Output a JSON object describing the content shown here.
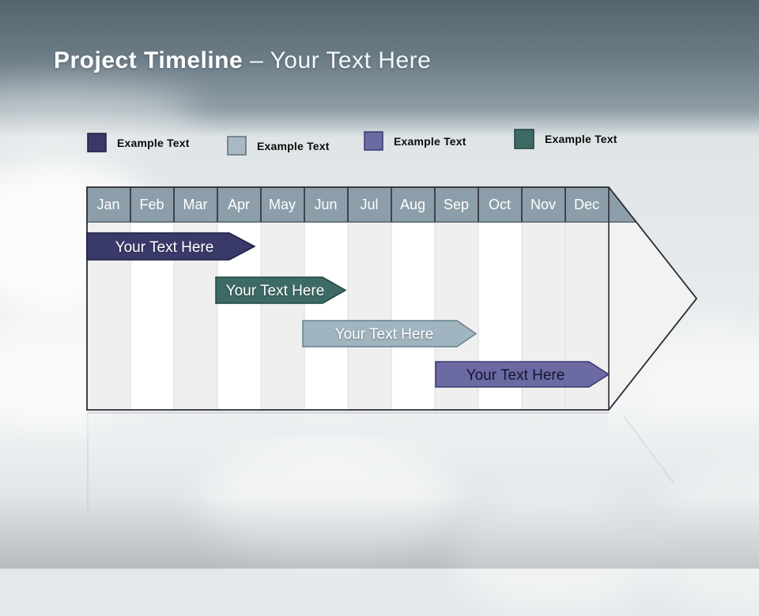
{
  "slide": {
    "title_bold": "Project Timeline",
    "title_rest": "– Your Text Here"
  },
  "legend": {
    "items": [
      {
        "label": "Example Text",
        "color": "#3A3A6A"
      },
      {
        "label": "Example Text",
        "color": "#A7BAC4"
      },
      {
        "label": "Example Text",
        "color": "#6B6AA3"
      },
      {
        "label": "Example Text",
        "color": "#3D6A65"
      }
    ]
  },
  "timeline": {
    "months": [
      "Jan",
      "Feb",
      "Mar",
      "Apr",
      "May",
      "Jun",
      "Jul",
      "Aug",
      "Sep",
      "Oct",
      "Nov",
      "Dec"
    ],
    "header_color": "#8C9EA9",
    "bars": [
      {
        "label": "Your Text Here",
        "color": "#3A3A6A",
        "text_color": "#FFFFFF",
        "start": "Jan",
        "end": "Apr"
      },
      {
        "label": "Your Text Here",
        "color": "#3D6A65",
        "text_color": "#FFFFFF",
        "start": "Apr",
        "end": "Jun"
      },
      {
        "label": "Your Text Here",
        "color": "#A0B5C0",
        "text_color": "#FFFFFF",
        "start": "Jun",
        "end": "Sep"
      },
      {
        "label": "Your Text Here",
        "color": "#6B6AA3",
        "text_color": "#16152E",
        "start": "Sep",
        "end": "Dec"
      }
    ]
  },
  "chart_data": {
    "type": "bar",
    "subtype": "gantt-timeline",
    "title": "Project Timeline – Your Text Here",
    "categories": [
      "Jan",
      "Feb",
      "Mar",
      "Apr",
      "May",
      "Jun",
      "Jul",
      "Aug",
      "Sep",
      "Oct",
      "Nov",
      "Dec"
    ],
    "series": [
      {
        "name": "Your Text Here",
        "color": "#3A3A6A",
        "start_index": 0,
        "end_index": 3.9
      },
      {
        "name": "Your Text Here",
        "color": "#3D6A65",
        "start_index": 3.0,
        "end_index": 5.9
      },
      {
        "name": "Your Text Here",
        "color": "#A0B5C0",
        "start_index": 5.0,
        "end_index": 8.9
      },
      {
        "name": "Your Text Here",
        "color": "#6B6AA3",
        "start_index": 8.0,
        "end_index": 12.0
      }
    ],
    "legend_position": "top",
    "grid": "vertical-month-columns",
    "axis_range": [
      "Jan",
      "Dec"
    ]
  }
}
